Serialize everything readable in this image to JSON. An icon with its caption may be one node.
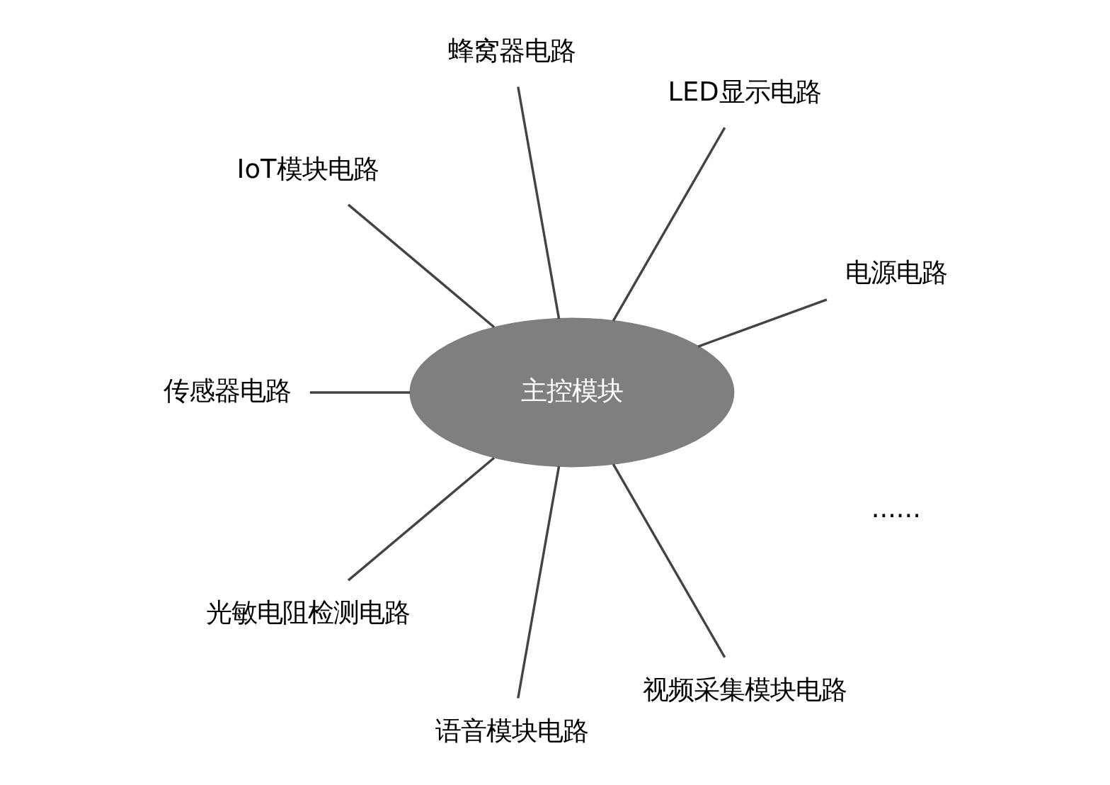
{
  "diagram": {
    "nodes": [
      {
        "text": [
          "电源电路"
        ]
      },
      {
        "text": [
          "LED显示电路"
        ]
      },
      {
        "text": [
          "蜂窝器电路"
        ]
      },
      {
        "text": [
          "IoT模块电路"
        ]
      },
      {
        "text": [
          "主控模块"
        ]
      },
      {
        "text": [
          "传感器电路"
        ]
      },
      {
        "text": [
          "光敏电阻检测电路"
        ]
      },
      {
        "text": [
          "语音模块电路"
        ]
      },
      {
        "text": [
          "视频采集模块电路"
        ]
      }
    ],
    "edges": [
      {
        "from": 4,
        "to": 0,
        "arrow": "none"
      },
      {
        "from": 4,
        "to": 1,
        "arrow": "none"
      },
      {
        "from": 4,
        "to": 2,
        "arrow": "none"
      },
      {
        "from": 4,
        "to": 3,
        "arrow": "none"
      },
      {
        "from": 4,
        "to": 5,
        "arrow": "none"
      },
      {
        "from": 4,
        "to": 6,
        "arrow": "none"
      },
      {
        "from": 4,
        "to": 7,
        "arrow": "none"
      },
      {
        "from": 4,
        "to": 8,
        "arrow": "none"
      }
    ],
    "labels": [
      "......"
    ]
  }
}
